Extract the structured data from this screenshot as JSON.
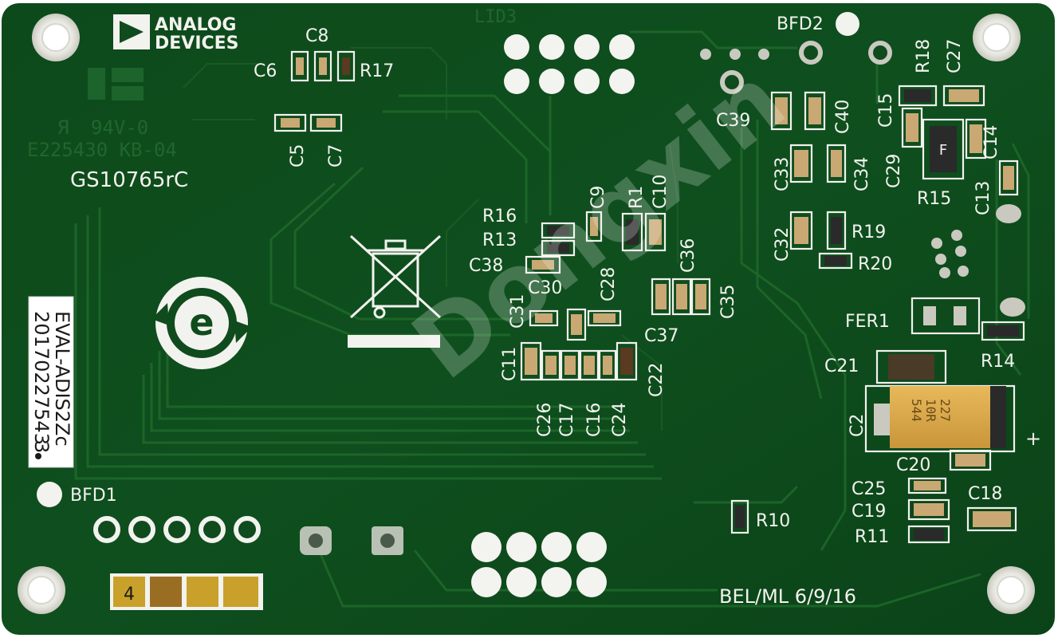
{
  "board": {
    "logo_line1": "ANALOG",
    "logo_line2": "DEVICES",
    "ul_mark": "94V-0",
    "ul_file": "E225430 KB-04",
    "part_number": "GS10765rC",
    "label_line1": "EVAL-ADIS2Zc",
    "label_line2": "20170227543",
    "label_digit": "3",
    "fiducials": {
      "bfd1": "BFD1",
      "bfd2": "BFD2"
    },
    "designers": "BEL/ML 6/9/16",
    "position_marker": "4",
    "cap_marking_1": "227",
    "cap_marking_2": "10R",
    "cap_marking_3": "544",
    "fuse_mark": "F",
    "watermark": "Dongxin",
    "polarity": "+",
    "faint_text": "LID3",
    "colors": {
      "pcb": "#0f4b1c",
      "silkscreen": "#f2f2ee",
      "gold": "#c9a12a",
      "tantalum": "#d9a94a"
    }
  },
  "designators": {
    "C8": "C8",
    "C6": "C6",
    "R17": "R17",
    "C5": "C5",
    "C7": "C7",
    "R16": "R16",
    "R13": "R13",
    "C38": "C38",
    "C9": "C9",
    "R1": "R1",
    "C10": "C10",
    "C30": "C30",
    "C28": "C28",
    "C31": "C31",
    "C36": "C36",
    "C35": "C35",
    "C37": "C37",
    "C11": "C11",
    "C22": "C22",
    "C26": "C26",
    "C17": "C17",
    "C16": "C16",
    "C24": "C24",
    "C39": "C39",
    "C40": "C40",
    "C15": "C15",
    "R18": "R18",
    "C27": "C27",
    "C14": "C14",
    "C33": "C33",
    "C34": "C34",
    "C29": "C29",
    "R15": "R15",
    "C13": "C13",
    "C32": "C32",
    "R19": "R19",
    "R20": "R20",
    "FER1": "FER1",
    "R14": "R14",
    "C21": "C21",
    "C2": "C2",
    "C20": "C20",
    "C25": "C25",
    "C18": "C18",
    "C19": "C19",
    "R11": "R11",
    "R10": "R10"
  }
}
